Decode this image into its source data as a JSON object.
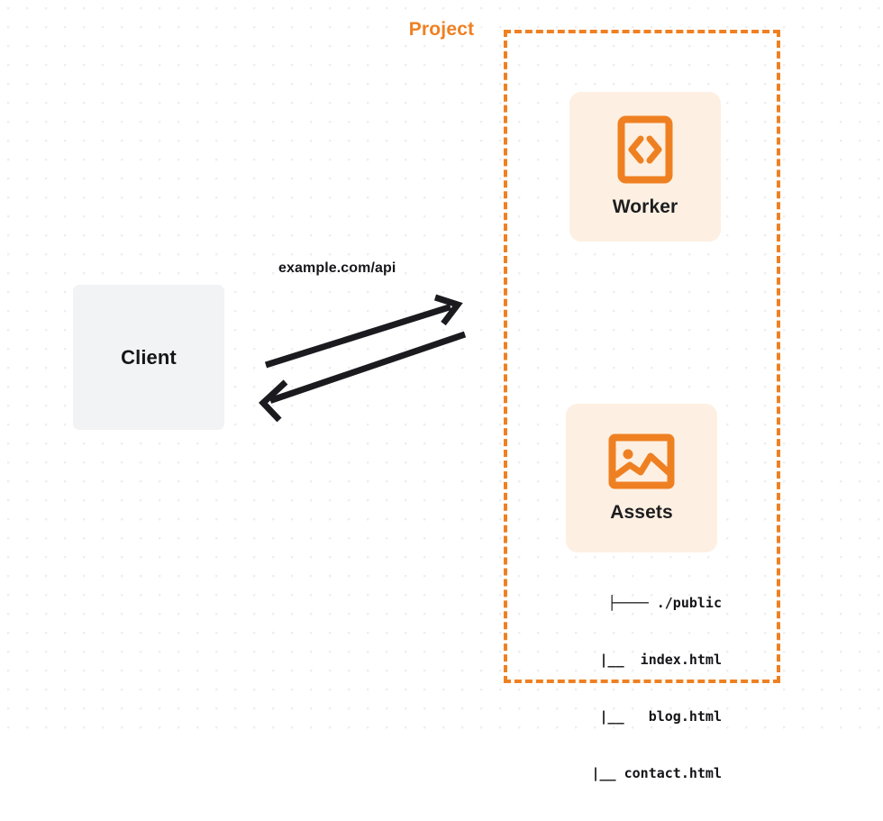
{
  "diagram": {
    "title": "Client to Project request flow",
    "background": {
      "dot_color": "#eceef1",
      "page_color": "#ffffff"
    },
    "client": {
      "label": "Client",
      "fill": "#f2f3f5",
      "text_color": "#16161a"
    },
    "connection": {
      "label": "example.com/api",
      "color": "#1b1b1f",
      "request_direction": "client-to-project",
      "response_direction": "project-to-client"
    },
    "project": {
      "label": "Project",
      "border_color": "#ef8022",
      "border_style": "dashed",
      "cards": [
        {
          "label": "Worker",
          "icon": "code-brackets-icon",
          "fill": "#fdf0e2",
          "icon_color": "#ef8022"
        },
        {
          "label": "Assets",
          "icon": "image-icon",
          "fill": "#fdf0e2",
          "icon_color": "#ef8022"
        }
      ],
      "file_tree": [
        "├──── ./public",
        "    |__  index.html",
        "    |__   blog.html",
        "    |__ contact.html"
      ]
    }
  }
}
